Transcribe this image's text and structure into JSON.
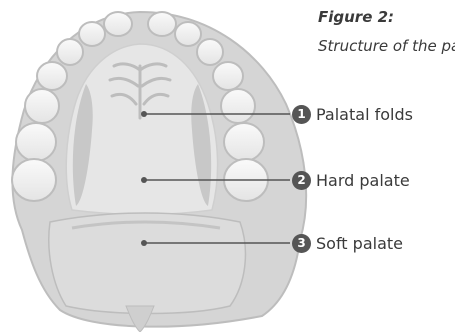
{
  "figure": {
    "label": "Figure 2:",
    "caption": "Structure of the palate"
  },
  "colors": {
    "tooth_fill": "#f2f2f2",
    "tooth_stroke": "#bdbdbd",
    "gum": "#d5d5d5",
    "palate_light": "#e6e6e6",
    "palate_shadow": "#c8c8c8",
    "leader_line": "#555555",
    "badge": "#555555"
  },
  "callouts": [
    {
      "number": "1",
      "label": "Palatal folds"
    },
    {
      "number": "2",
      "label": "Hard palate"
    },
    {
      "number": "3",
      "label": "Soft palate"
    }
  ]
}
